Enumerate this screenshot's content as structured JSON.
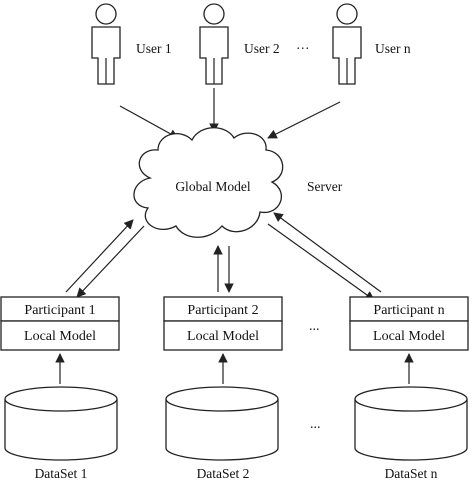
{
  "users": [
    {
      "label": "User 1"
    },
    {
      "label": "User 2"
    },
    {
      "label": "User n"
    }
  ],
  "users_ellipsis": "···",
  "cloud": {
    "label": "Global Model"
  },
  "server_label": "Server",
  "participants": [
    {
      "name": "Participant 1",
      "model": "Local Model",
      "dataset": "DataSet 1"
    },
    {
      "name": "Participant 2",
      "model": "Local Model",
      "dataset": "DataSet 2"
    },
    {
      "name": "Participant n",
      "model": "Local Model",
      "dataset": "DataSet n"
    }
  ],
  "participants_ellipsis": "...",
  "datasets_ellipsis": "..."
}
